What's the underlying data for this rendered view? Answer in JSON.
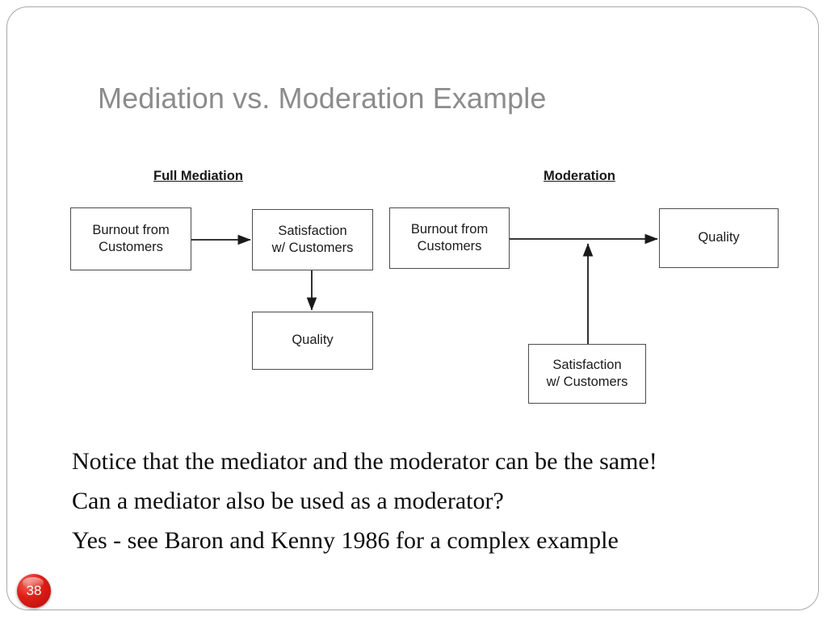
{
  "slide": {
    "title": "Mediation vs. Moderation Example",
    "number": "38",
    "accent_color": "#e01f17",
    "title_color": "#8c8c8c",
    "border_color": "#a9a9a9"
  },
  "diagram": {
    "left_panel": {
      "heading": "Full Mediation",
      "nodes": [
        {
          "id": "med-burnout",
          "line1": "Burnout from",
          "line2": "Customers"
        },
        {
          "id": "med-satisfaction",
          "line1": "Satisfaction",
          "line2": "w/ Customers"
        },
        {
          "id": "med-quality",
          "line1": "Quality",
          "line2": ""
        }
      ],
      "edges": [
        {
          "from": "med-burnout",
          "to": "med-satisfaction",
          "direction": "right"
        },
        {
          "from": "med-satisfaction",
          "to": "med-quality",
          "direction": "down"
        }
      ]
    },
    "right_panel": {
      "heading": "Moderation",
      "nodes": [
        {
          "id": "mod-burnout",
          "line1": "Burnout from",
          "line2": "Customers"
        },
        {
          "id": "mod-quality",
          "line1": "Quality",
          "line2": ""
        },
        {
          "id": "mod-satisfaction",
          "line1": "Satisfaction",
          "line2": "w/ Customers"
        }
      ],
      "edges": [
        {
          "from": "mod-burnout",
          "to": "mod-quality",
          "direction": "right"
        },
        {
          "from": "mod-satisfaction",
          "to": "edge-burnout-quality",
          "direction": "up"
        }
      ]
    }
  },
  "body": {
    "line1": "Notice that the mediator and the moderator can be the same!",
    "line2": "Can a mediator also be used as a moderator?",
    "line3": "Yes - see Baron and Kenny 1986 for a complex example"
  }
}
